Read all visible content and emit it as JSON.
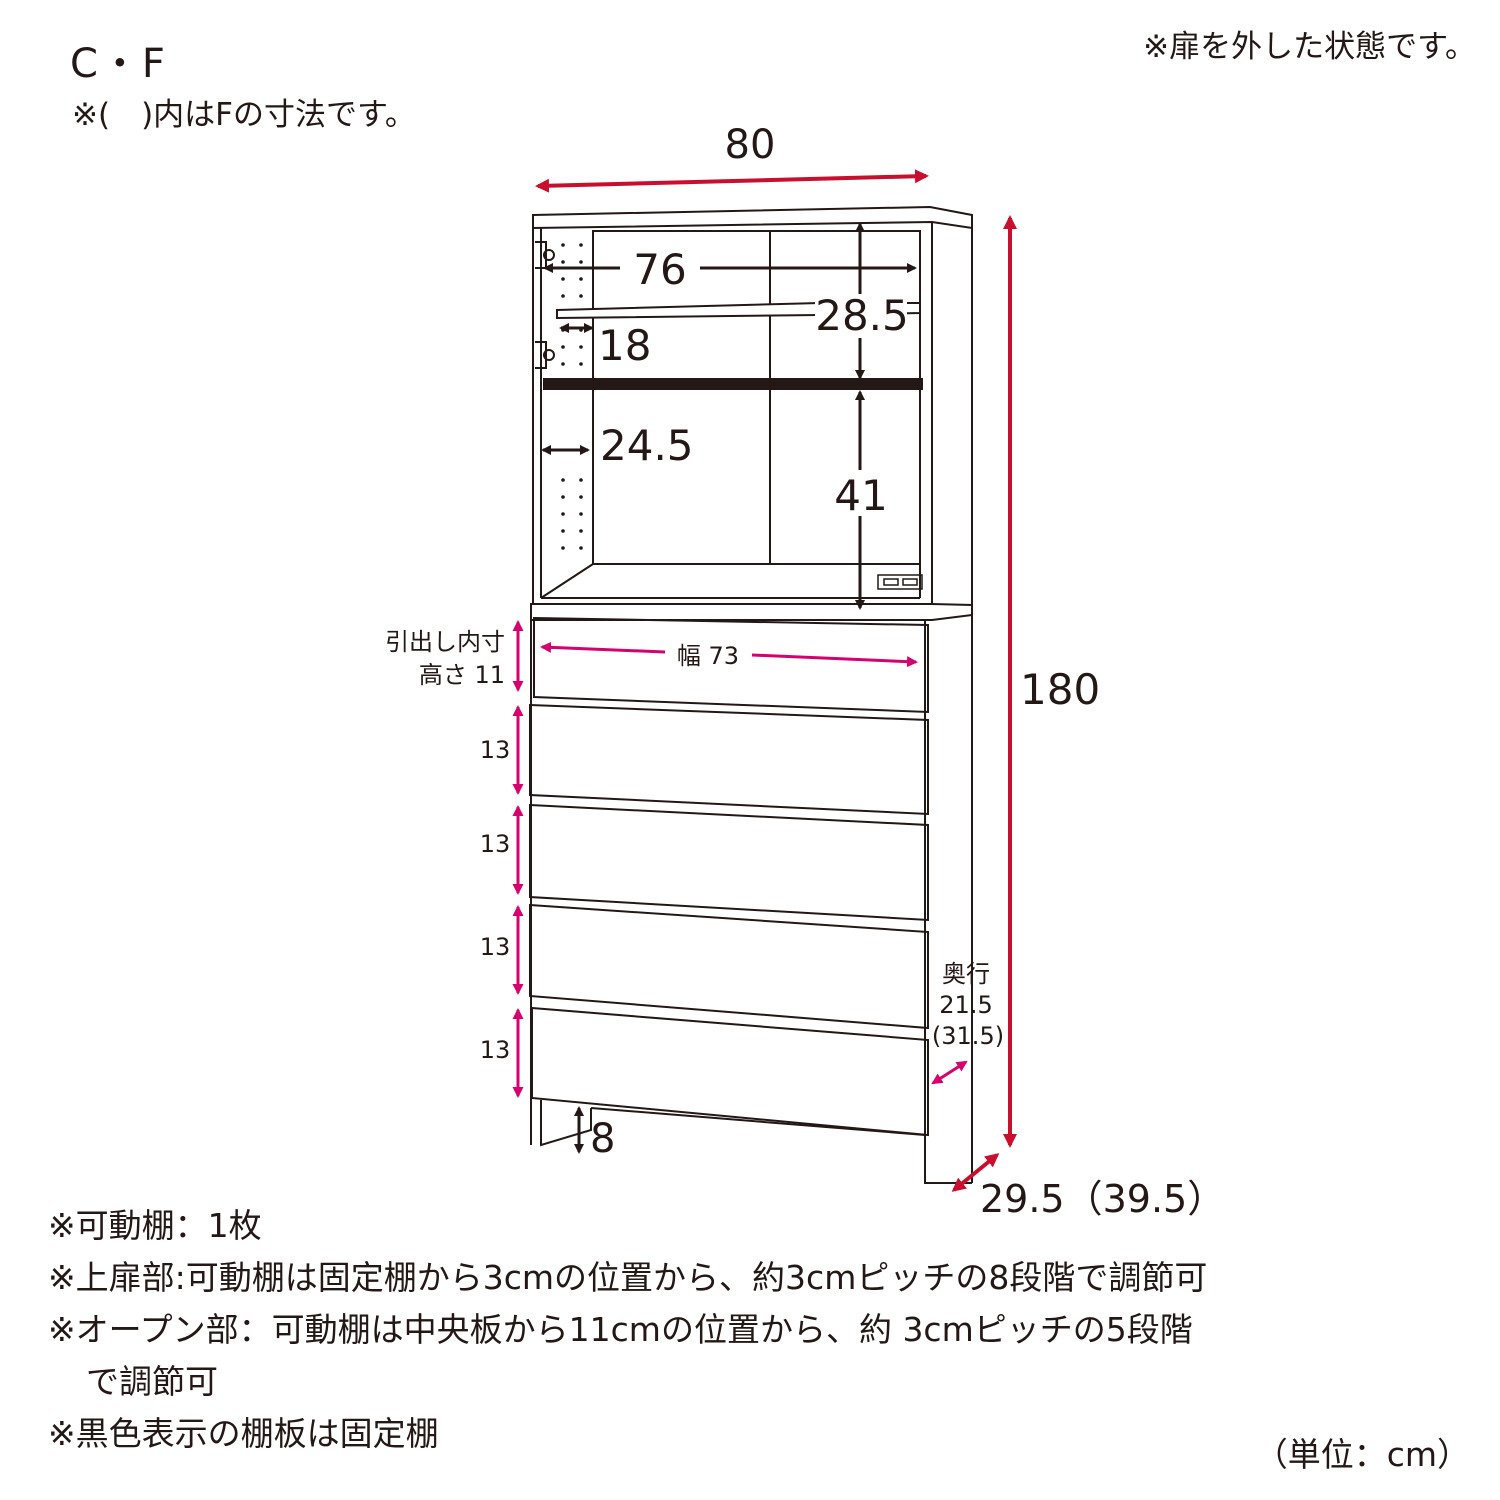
{
  "header": {
    "model": "C・F",
    "paren_note": "※(　)内はFの寸法です。",
    "door_note": "※扉を外した状態です。"
  },
  "dimensions": {
    "total_width": "80",
    "inner_width": "76",
    "upper_shelf_height": "28.5",
    "shelf_depth_small": "18",
    "inner_depth": "24.5",
    "lower_opening_height": "41",
    "total_height": "180",
    "drawer_inner_label_1": "引出し内寸",
    "drawer_inner_label_2": "高さ 11",
    "drawer_width": "幅 73",
    "drawer_height_2": "13",
    "drawer_height_3": "13",
    "drawer_height_4": "13",
    "drawer_height_5": "13",
    "depth_label": "奥行",
    "depth_value": "21.5",
    "depth_value_f": "(31.5)",
    "base_height": "8",
    "total_depth": "29.5（39.5）"
  },
  "notes": [
    "※可動棚：1枚",
    "※上扉部:可動棚は固定棚から3cmの位置から、約3cmピッチの8段階で調節可",
    "※オープン部：可動棚は中央板から11cmの位置から、約 3cmピッチの5段階",
    "で調節可",
    "※黒色表示の棚板は固定棚"
  ],
  "unit": "（単位：cm）",
  "colors": {
    "line": "#231815",
    "red_arrow": "#c8102e",
    "magenta_arrow": "#d6006e",
    "fixed_shelf": "#231815"
  }
}
